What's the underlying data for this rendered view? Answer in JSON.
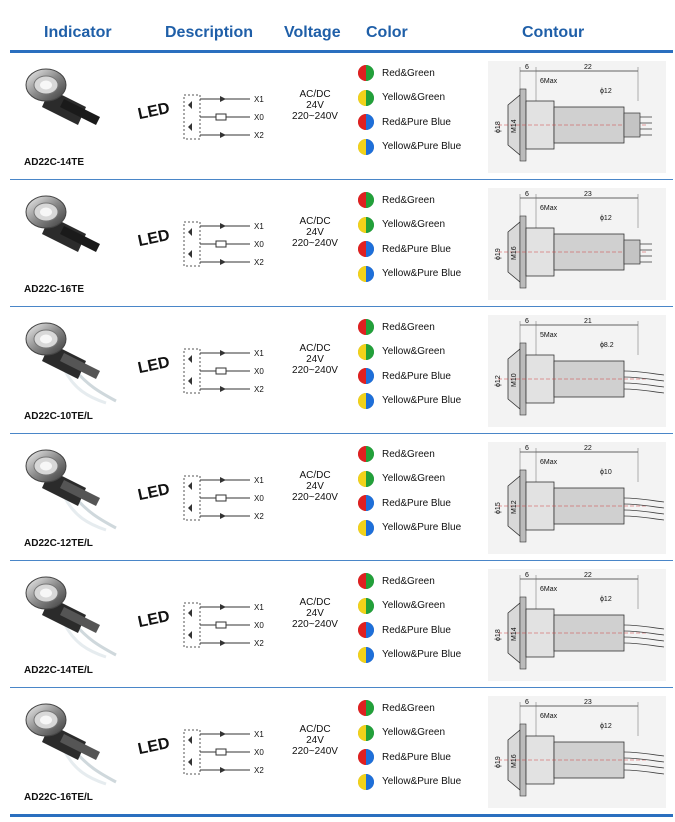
{
  "header": {
    "indicator": "Indicator",
    "description": "Description",
    "voltage": "Voltage",
    "color": "Color",
    "contour": "Contour"
  },
  "colors": {
    "accent": "#1f5fa8",
    "red": "#e02020",
    "green": "#22a03a",
    "yellow": "#f2d21a",
    "blue": "#1e6fd9"
  },
  "color_options": [
    "Red&Green",
    "Yellow&Green",
    "Red&Pure Blue",
    "Yellow&Pure Blue"
  ],
  "rows": [
    {
      "model": "AD22C-14TE",
      "led": "LED",
      "terminals": [
        "X1",
        "X0",
        "X2"
      ],
      "voltage": [
        "AC/DC",
        "24V",
        "220~240V"
      ],
      "dims": {
        "flange": "6",
        "length": "22",
        "max": "6Max",
        "body": "ϕ12",
        "face": "ϕ18",
        "thread": "M14"
      }
    },
    {
      "model": "AD22C-16TE",
      "led": "LED",
      "terminals": [
        "X1",
        "X0",
        "X2"
      ],
      "voltage": [
        "AC/DC",
        "24V",
        "220~240V"
      ],
      "dims": {
        "flange": "6",
        "length": "23",
        "max": "6Max",
        "body": "ϕ12",
        "face": "ϕ19",
        "thread": "M16"
      }
    },
    {
      "model": "AD22C-10TE/L",
      "led": "LED",
      "terminals": [
        "X1",
        "X0",
        "X2"
      ],
      "voltage": [
        "AC/DC",
        "24V",
        "220~240V"
      ],
      "dims": {
        "flange": "6",
        "length": "21",
        "max": "5Max",
        "body": "ϕ8.2",
        "face": "ϕ12",
        "thread": "M10"
      }
    },
    {
      "model": "AD22C-12TE/L",
      "led": "LED",
      "terminals": [
        "X1",
        "X0",
        "X2"
      ],
      "voltage": [
        "AC/DC",
        "24V",
        "220~240V"
      ],
      "dims": {
        "flange": "6",
        "length": "22",
        "max": "6Max",
        "body": "ϕ10",
        "face": "ϕ15",
        "thread": "M12"
      }
    },
    {
      "model": "AD22C-14TE/L",
      "led": "LED",
      "terminals": [
        "X1",
        "X0",
        "X2"
      ],
      "voltage": [
        "AC/DC",
        "24V",
        "220~240V"
      ],
      "dims": {
        "flange": "6",
        "length": "22",
        "max": "6Max",
        "body": "ϕ12",
        "face": "ϕ18",
        "thread": "M14"
      }
    },
    {
      "model": "AD22C-16TE/L",
      "led": "LED",
      "terminals": [
        "X1",
        "X0",
        "X2"
      ],
      "voltage": [
        "AC/DC",
        "24V",
        "220~240V"
      ],
      "dims": {
        "flange": "6",
        "length": "23",
        "max": "6Max",
        "body": "ϕ12",
        "face": "ϕ19",
        "thread": "M16"
      }
    }
  ]
}
